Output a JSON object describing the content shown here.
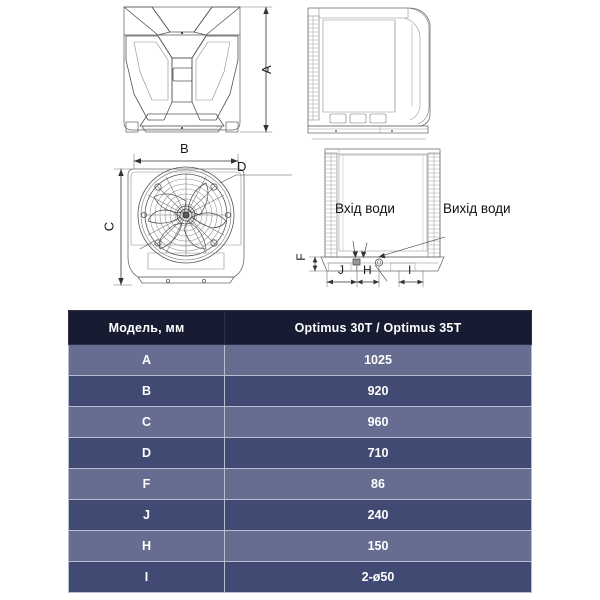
{
  "drawings": {
    "front_top_view": {
      "name": "front-top-view",
      "dimension_labels": [
        {
          "id": "A",
          "text": "A",
          "orientation": "vertical"
        }
      ]
    },
    "fan_view": {
      "name": "fan-view",
      "dimension_labels": [
        {
          "id": "B",
          "text": "B",
          "orientation": "horizontal"
        },
        {
          "id": "C",
          "text": "C",
          "orientation": "vertical"
        },
        {
          "id": "D",
          "text": "D",
          "orientation": "horizontal"
        }
      ]
    },
    "side_view": {
      "name": "side-view",
      "dimension_labels": []
    },
    "rear_view": {
      "name": "rear-view",
      "dimension_labels": [
        {
          "id": "F",
          "text": "F",
          "orientation": "vertical"
        },
        {
          "id": "J",
          "text": "J",
          "orientation": "horizontal"
        },
        {
          "id": "H",
          "text": "H",
          "orientation": "horizontal"
        },
        {
          "id": "I",
          "text": "I",
          "orientation": "horizontal"
        }
      ],
      "callouts": [
        {
          "id": "water-inlet",
          "text": "Вхід води"
        },
        {
          "id": "water-outlet",
          "text": "Вихід води"
        }
      ]
    }
  },
  "spec_table": {
    "headers": [
      "Модель, мм",
      "Optimus 30T / Optimus 35T"
    ],
    "rows": [
      {
        "key": "A",
        "value": "1025"
      },
      {
        "key": "B",
        "value": "920"
      },
      {
        "key": "C",
        "value": "960"
      },
      {
        "key": "D",
        "value": "710"
      },
      {
        "key": "F",
        "value": "86"
      },
      {
        "key": "J",
        "value": "240"
      },
      {
        "key": "H",
        "value": "150"
      },
      {
        "key": "I",
        "value": "2-ø50"
      }
    ]
  },
  "colors": {
    "header_bg": "#181c33",
    "row_light": "#666d90",
    "row_dark": "#414a73",
    "grid_line": "#b9bed3",
    "text": "#ffffff",
    "drawing_stroke": "#3a3a3a",
    "page_bg": "#ffffff"
  }
}
